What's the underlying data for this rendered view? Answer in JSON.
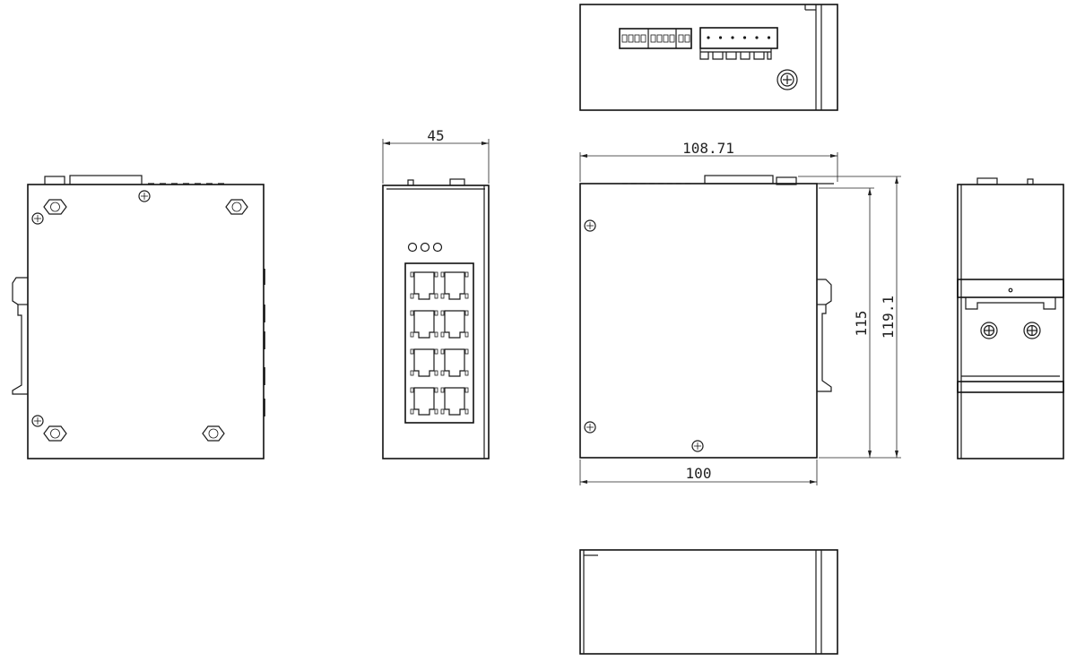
{
  "dimensions": {
    "front_width": "45",
    "side_depth_overall": "108.71",
    "side_depth_body": "100",
    "side_height_body": "115",
    "side_height_overall": "119.1"
  },
  "front_view": {
    "led_count": 3,
    "port_count": 8
  },
  "top_view": {
    "dip_switch_groups": 3,
    "terminal_pins": 6
  }
}
